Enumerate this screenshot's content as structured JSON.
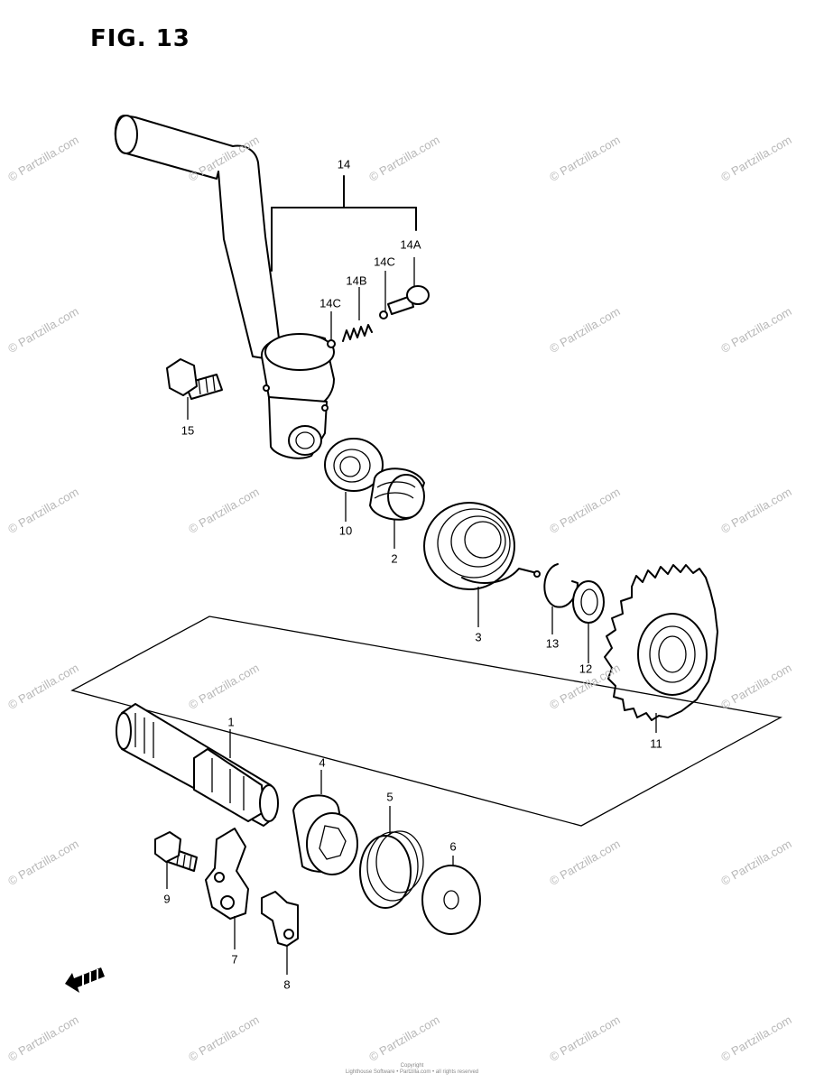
{
  "figure": {
    "title": "FIG. 13"
  },
  "labels": [
    {
      "id": "l14",
      "text": "14"
    },
    {
      "id": "l14a",
      "text": "14A"
    },
    {
      "id": "l14c1",
      "text": "14C"
    },
    {
      "id": "l14b",
      "text": "14B"
    },
    {
      "id": "l14c2",
      "text": "14C"
    },
    {
      "id": "l15",
      "text": "15"
    },
    {
      "id": "l10",
      "text": "10"
    },
    {
      "id": "l2",
      "text": "2"
    },
    {
      "id": "l3",
      "text": "3"
    },
    {
      "id": "l13",
      "text": "13"
    },
    {
      "id": "l12",
      "text": "12"
    },
    {
      "id": "l11",
      "text": "11"
    },
    {
      "id": "l1",
      "text": "1"
    },
    {
      "id": "l4",
      "text": "4"
    },
    {
      "id": "l5",
      "text": "5"
    },
    {
      "id": "l6",
      "text": "6"
    },
    {
      "id": "l9",
      "text": "9"
    },
    {
      "id": "l7",
      "text": "7"
    },
    {
      "id": "l8",
      "text": "8"
    }
  ],
  "watermark": {
    "text": "© Partzilla.com"
  },
  "copyright": {
    "line1": "Copyright",
    "line2": "Lighthouse Software • Partzilla.com • all rights reserved"
  },
  "colors": {
    "ink": "#000000",
    "watermark": "#b8b8b8",
    "background": "#ffffff"
  }
}
